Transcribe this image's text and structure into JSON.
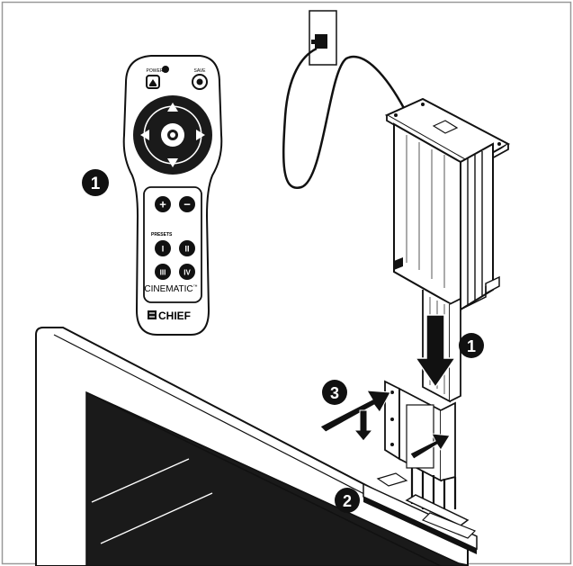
{
  "remote": {
    "power_label": "POWER",
    "save_label": "SAVE",
    "presets_label": "PRESETS",
    "preset_buttons": [
      "I",
      "II",
      "III",
      "IV"
    ],
    "product_name": "CINEMATIC",
    "trademark": "™",
    "brand": "CHIEF",
    "plus_symbol": "+",
    "minus_symbol": "−"
  },
  "steps": {
    "remote_step": "1",
    "lift_step": "1",
    "bracket_step": "2",
    "attach_step": "3"
  },
  "colors": {
    "line": "#111111",
    "screen": "#1a1a1a",
    "paper": "#ffffff",
    "frame": "#999999"
  }
}
